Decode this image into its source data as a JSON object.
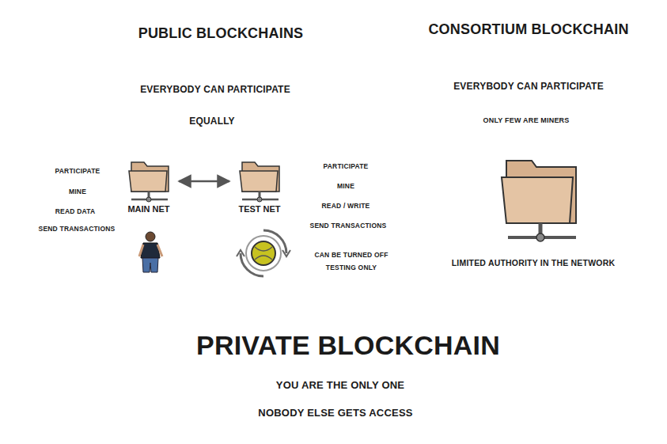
{
  "diagram": {
    "nodes": [
      {
        "text": [
          "MAIN NET"
        ]
      },
      {
        "text": [
          "TEST NET"
        ]
      }
    ],
    "edges": [
      {
        "from": 0,
        "to": 1,
        "arrow": "both"
      }
    ],
    "labels": [
      "PUBLIC BLOCKCHAINS",
      "CONSORTIUM BLOCKCHAIN",
      "EVERYBODY CAN PARTICIPATE",
      "EVERYBODY CAN PARTICIPATE",
      "EQUALLY",
      "ONLY FEW ARE MINERS",
      "PARTICIPATE",
      "MINE",
      "READ DATA",
      "SEND TRANSACTIONS",
      "PARTICIPATE",
      "MINE",
      "READ / WRITE",
      "SEND TRANSACTIONS",
      "CAN BE TURNED OFF",
      "TESTING ONLY",
      "LIMITED AUTHORITY IN THE NETWORK",
      "PRIVATE BLOCKCHAIN",
      "YOU ARE THE ONLY ONE",
      "NOBODY ELSE GETS ACCESS"
    ]
  }
}
